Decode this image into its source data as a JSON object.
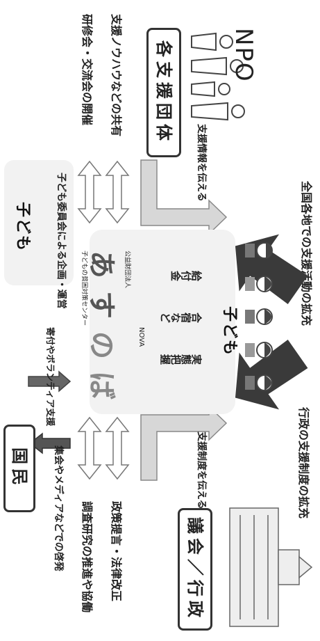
{
  "top_left_caption": "全国各地での支援活動の拡充",
  "top_right_caption": "行政の支援制度の拡充",
  "kodomo_box": {
    "title": "子ども"
  },
  "npo": {
    "label": "NPO",
    "title": "各支援団体",
    "side_text": "支援情報を伝える",
    "items": [
      "支援ノウハウなどの共有",
      "研修会・交流会の開催"
    ]
  },
  "gov": {
    "title": "議会／行政",
    "side_text": "支援制度を伝える",
    "items": [
      "政策提言・法律改正",
      "調査研究の推進や協働"
    ]
  },
  "center": {
    "arrow_labels": [
      "給付金",
      "合宿など",
      "実態把握"
    ],
    "org_top": "公益財団法人",
    "org_chars": [
      "あ",
      "す",
      "の",
      "ば"
    ],
    "org_line": "子どもの貧困対策センター",
    "nova": "NOVA"
  },
  "bottom_kodomo": {
    "title": "子ども",
    "caption": "子ども委員会による企画・運営"
  },
  "donation_label": "寄付やボランティア支援",
  "kokumin": {
    "title": "国民",
    "caption": "集会やメディアなどでの啓発"
  }
}
